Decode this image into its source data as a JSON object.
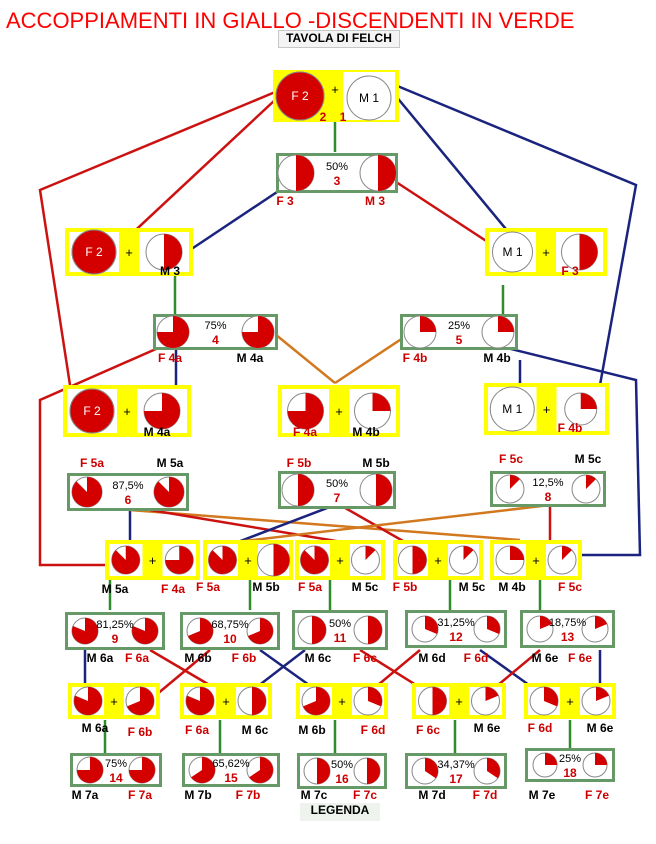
{
  "title": "ACCOPPIAMENTI IN GIALLO -DISCENDENTI IN VERDE",
  "subtitle": "TAVOLA DI FELCH",
  "legend_label": "LEGENDA",
  "colors": {
    "mating_box": "#ffff00",
    "offspring_box": "#669966",
    "pie_red": "#d40000",
    "pie_white": "#ffffff",
    "line_red": "#cc1111",
    "line_blue": "#1a237e",
    "line_green": "#2e8b2e",
    "line_orange": "#d2781e"
  },
  "pies": [
    {
      "id": "F2_top",
      "label": "F 2",
      "fraction": 1.0,
      "inner_label": true
    },
    {
      "id": "M1_top",
      "label": "M 1",
      "fraction": 0.0,
      "inner_label": true
    },
    {
      "id": "F3_a",
      "label": "F 3",
      "fraction": 0.5
    },
    {
      "id": "M3_a",
      "label": "M 3",
      "fraction": 0.5
    },
    {
      "id": "F2_l",
      "label": "F 2",
      "fraction": 1.0,
      "inner_label": true
    },
    {
      "id": "M3_l",
      "label": "M 3",
      "fraction": 0.5
    },
    {
      "id": "M1_r",
      "label": "M 1",
      "fraction": 0.0,
      "inner_label": true
    },
    {
      "id": "F3_r",
      "label": "F 3",
      "fraction": 0.5
    },
    {
      "id": "F4a_o",
      "label": "F 4a",
      "fraction": 0.75
    },
    {
      "id": "M4a_o",
      "label": "M 4a",
      "fraction": 0.75
    },
    {
      "id": "F4b_o",
      "label": "F 4b",
      "fraction": 0.25
    },
    {
      "id": "M4b_o",
      "label": "M 4b",
      "fraction": 0.25
    },
    {
      "id": "F2_m",
      "label": "F 2",
      "fraction": 1.0,
      "inner_label": true
    },
    {
      "id": "M4a_m",
      "label": "M 4a",
      "fraction": 0.75
    },
    {
      "id": "F4a_m",
      "label": "F 4a",
      "fraction": 0.75
    },
    {
      "id": "M4b_m",
      "label": "M 4b",
      "fraction": 0.25
    },
    {
      "id": "M1_m",
      "label": "M 1",
      "fraction": 0.0,
      "inner_label": true
    },
    {
      "id": "F4b_m",
      "label": "F 4b",
      "fraction": 0.25
    },
    {
      "id": "F5a_o",
      "label": "",
      "fraction": 0.875
    },
    {
      "id": "M5a_o",
      "label": "",
      "fraction": 0.875
    },
    {
      "id": "F5b_o",
      "label": "",
      "fraction": 0.5
    },
    {
      "id": "M5b_o",
      "label": "",
      "fraction": 0.5
    },
    {
      "id": "F5c_o",
      "label": "",
      "fraction": 0.125
    },
    {
      "id": "M5c_o",
      "label": "",
      "fraction": 0.125
    },
    {
      "id": "M5a_m",
      "label": "M 5a",
      "fraction": 0.875
    },
    {
      "id": "F4a_m2",
      "label": "F 4a",
      "fraction": 0.75
    },
    {
      "id": "F5a_m",
      "label": "F 5a",
      "fraction": 0.875
    },
    {
      "id": "M5b_m",
      "label": "M 5b",
      "fraction": 0.5
    },
    {
      "id": "F5a_m2",
      "label": "F 5a",
      "fraction": 0.875
    },
    {
      "id": "M5c_m",
      "label": "M 5c",
      "fraction": 0.125
    },
    {
      "id": "F5b_m",
      "label": "F 5b",
      "fraction": 0.5
    },
    {
      "id": "M5c_m2",
      "label": "M 5c",
      "fraction": 0.125
    },
    {
      "id": "M4b_m2",
      "label": "M 4b",
      "fraction": 0.25
    },
    {
      "id": "F5c_m",
      "label": "F 5c",
      "fraction": 0.125
    },
    {
      "id": "p9a",
      "label": "M 6a",
      "fraction": 0.8125
    },
    {
      "id": "p9b",
      "label": "F 6a",
      "fraction": 0.8125
    },
    {
      "id": "p10a",
      "label": "M 6b",
      "fraction": 0.6875
    },
    {
      "id": "p10b",
      "label": "F 6b",
      "fraction": 0.6875
    },
    {
      "id": "p11a",
      "label": "M 6c",
      "fraction": 0.5
    },
    {
      "id": "p11b",
      "label": "F 6c",
      "fraction": 0.5
    },
    {
      "id": "p12a",
      "label": "M 6d",
      "fraction": 0.3125
    },
    {
      "id": "p12b",
      "label": "F 6d",
      "fraction": 0.3125
    },
    {
      "id": "p13a",
      "label": "M 6e",
      "fraction": 0.1875
    },
    {
      "id": "p13b",
      "label": "F 6e",
      "fraction": 0.1875
    },
    {
      "id": "m6a",
      "label": "M 6a",
      "fraction": 0.8125
    },
    {
      "id": "f6b",
      "label": "F 6b",
      "fraction": 0.6875
    },
    {
      "id": "f6a",
      "label": "F 6a",
      "fraction": 0.8125
    },
    {
      "id": "m6c",
      "label": "M 6c",
      "fraction": 0.5
    },
    {
      "id": "m6b",
      "label": "M 6b",
      "fraction": 0.6875
    },
    {
      "id": "f6d",
      "label": "F 6d",
      "fraction": 0.3125
    },
    {
      "id": "f6c",
      "label": "F 6c",
      "fraction": 0.5
    },
    {
      "id": "m6e",
      "label": "M 6e",
      "fraction": 0.1875
    },
    {
      "id": "f6d2",
      "label": "F 6d",
      "fraction": 0.3125
    },
    {
      "id": "m6e2",
      "label": "M 6e",
      "fraction": 0.1875
    },
    {
      "id": "p14a",
      "label": "M 7a",
      "fraction": 0.75
    },
    {
      "id": "p14b",
      "label": "F 7a",
      "fraction": 0.75
    },
    {
      "id": "p15a",
      "label": "M 7b",
      "fraction": 0.6562
    },
    {
      "id": "p15b",
      "label": "F 7b",
      "fraction": 0.6562
    },
    {
      "id": "p16a",
      "label": "M 7c",
      "fraction": 0.5
    },
    {
      "id": "p16b",
      "label": "F 7c",
      "fraction": 0.5
    },
    {
      "id": "p17a",
      "label": "M 7d",
      "fraction": 0.3437
    },
    {
      "id": "p17b",
      "label": "F 7d",
      "fraction": 0.3437
    },
    {
      "id": "p18a",
      "label": "M 7e",
      "fraction": 0.25
    },
    {
      "id": "p18b",
      "label": "F 7e",
      "fraction": 0.25
    }
  ],
  "offspring_boxes": [
    {
      "id": "o3",
      "percent": "50%",
      "number": "3"
    },
    {
      "id": "o4",
      "percent": "75%",
      "number": "4"
    },
    {
      "id": "o5",
      "percent": "25%",
      "number": "5"
    },
    {
      "id": "o6",
      "percent": "87,5%",
      "number": "6"
    },
    {
      "id": "o7",
      "percent": "50%",
      "number": "7"
    },
    {
      "id": "o8",
      "percent": "12,5%",
      "number": "8"
    },
    {
      "id": "o9",
      "percent": "81,25%",
      "number": "9"
    },
    {
      "id": "o10",
      "percent": "68,75%",
      "number": "10"
    },
    {
      "id": "o11",
      "percent": "50%",
      "number": "11"
    },
    {
      "id": "o12",
      "percent": "31,25%",
      "number": "12"
    },
    {
      "id": "o13",
      "percent": "18,75%",
      "number": "13"
    },
    {
      "id": "o14",
      "percent": "75%",
      "number": "14"
    },
    {
      "id": "o15",
      "percent": "65,62%",
      "number": "15"
    },
    {
      "id": "o16",
      "percent": "50%",
      "number": "16"
    },
    {
      "id": "o17",
      "percent": "34,37%",
      "number": "17"
    },
    {
      "id": "o18",
      "percent": "25%",
      "number": "18"
    }
  ],
  "top_numbers": [
    "2",
    "1"
  ],
  "side_labels": [
    {
      "id": "l_F5a",
      "text": "F 5a"
    },
    {
      "id": "l_M5a",
      "text": "M 5a"
    },
    {
      "id": "l_F5b",
      "text": "F 5b"
    },
    {
      "id": "l_M5b",
      "text": "M 5b"
    },
    {
      "id": "l_F5c",
      "text": "F 5c"
    },
    {
      "id": "l_M5c",
      "text": "M 5c"
    }
  ]
}
